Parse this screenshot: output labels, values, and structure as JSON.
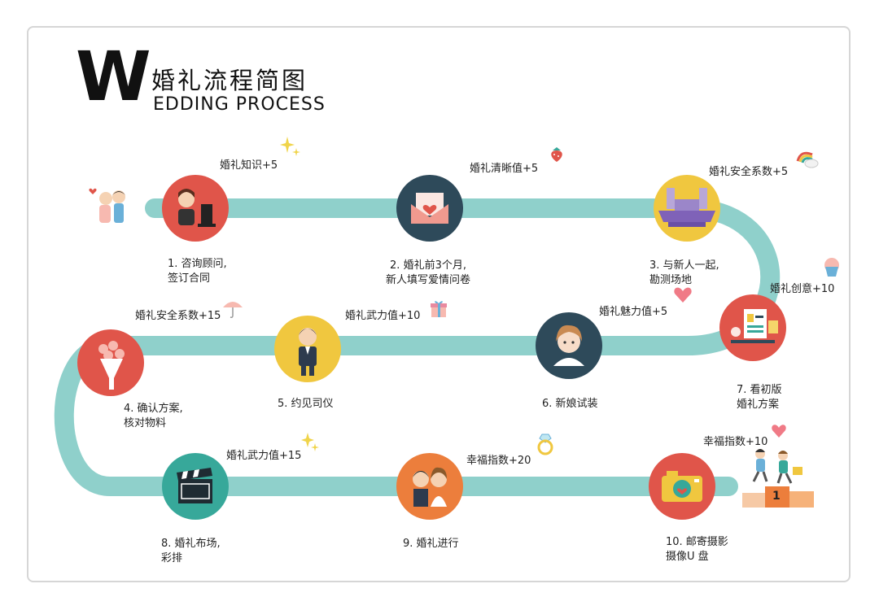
{
  "header": {
    "logo_letter": "W",
    "title_cn": "婚礼流程简图",
    "title_en": "EDDING PROCESS"
  },
  "colors": {
    "track": "#8fd0cb",
    "red": "#e0554a",
    "navy": "#2e4a5a",
    "yellow": "#f0c73f",
    "teal": "#37a89a",
    "orange": "#ec7e3c"
  },
  "steps": [
    {
      "line1": "1. 咨询顾问,",
      "line2": "签订合同",
      "bonus": "婚礼知识+5",
      "icon": "consultant-at-computer-icon"
    },
    {
      "line1": "2. 婚礼前3个月,",
      "line2": "新人填写爱情问卷",
      "bonus": "婚礼清晰值+5",
      "icon": "love-letter-envelope-icon"
    },
    {
      "line1": "3. 与新人一起,",
      "line2": "勘测场地",
      "bonus": "婚礼安全系数+5",
      "icon": "wedding-stage-icon"
    },
    {
      "line1": "4. 确认方案,",
      "line2": "核对物料",
      "bonus": "婚礼安全系数+15",
      "icon": "bouquet-icon"
    },
    {
      "line1": "5. 约见司仪",
      "line2": "",
      "bonus": "婚礼武力值+10",
      "icon": "groom-host-icon"
    },
    {
      "line1": "6. 新娘试装",
      "line2": "",
      "bonus": "婚礼魅力值+5",
      "icon": "bride-icon"
    },
    {
      "line1": "7. 看初版",
      "line2": "婚礼方案",
      "bonus": "婚礼创意+10",
      "icon": "planning-documents-icon"
    },
    {
      "line1": "8. 婚礼布场,",
      "line2": "彩排",
      "bonus": "婚礼武力值+15",
      "icon": "clapperboard-icon"
    },
    {
      "line1": "9. 婚礼进行",
      "line2": "",
      "bonus": "幸福指数+20",
      "icon": "bride-and-groom-icon"
    },
    {
      "line1": "10. 邮寄摄影",
      "line2": "摄像U 盘",
      "bonus": "幸福指数+10",
      "icon": "camera-icon"
    }
  ],
  "podium": {
    "rank": "1"
  }
}
